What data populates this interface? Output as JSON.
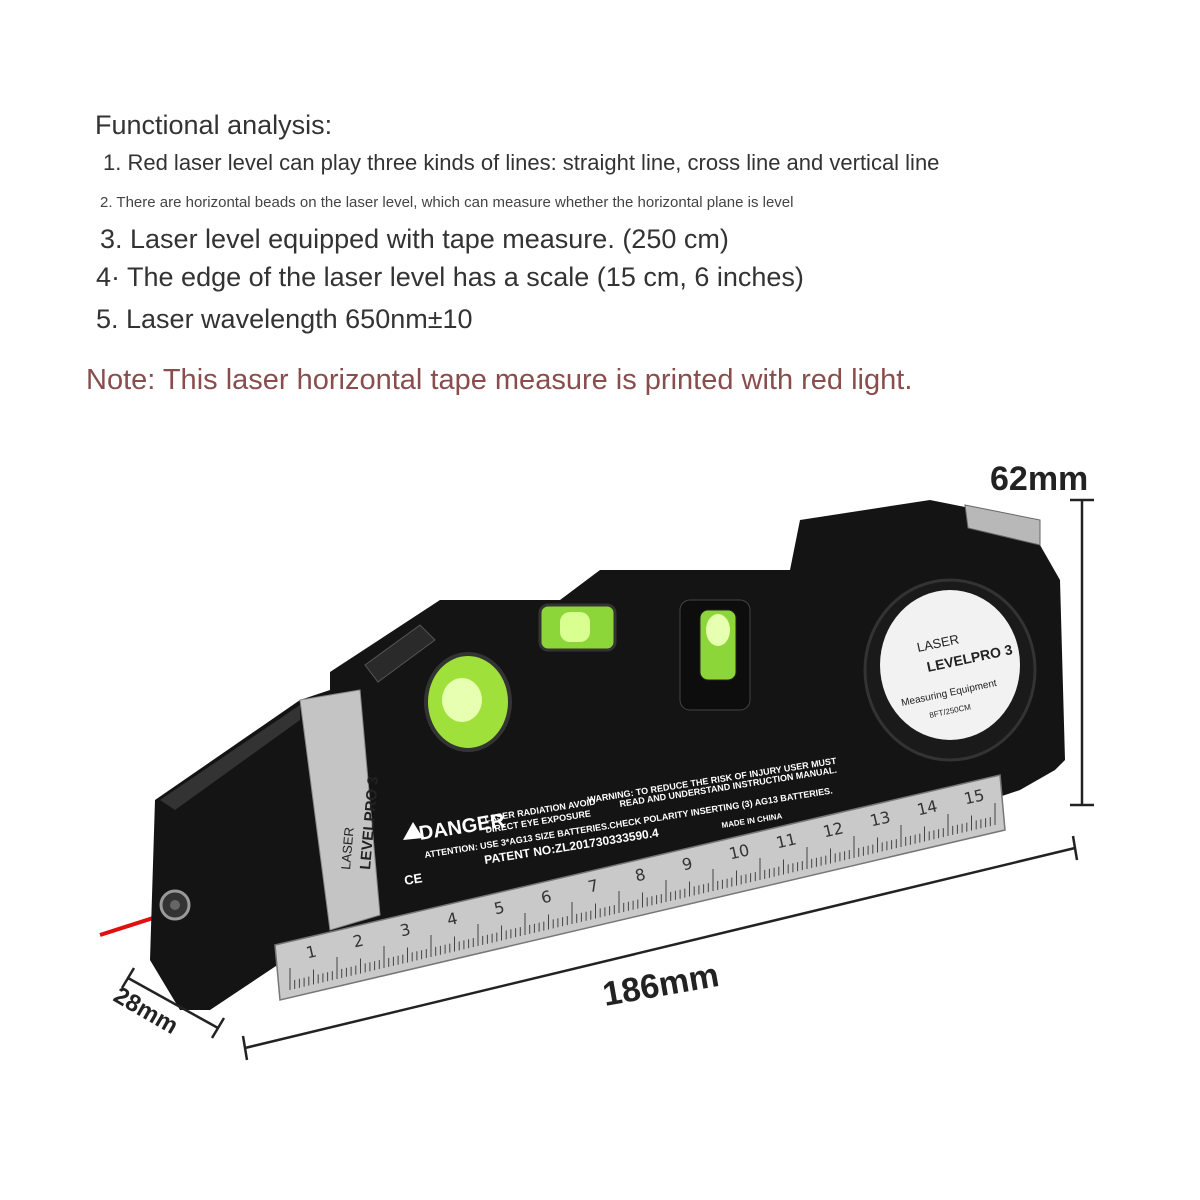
{
  "description": {
    "heading": "Functional analysis:",
    "items": [
      "1. Red laser level can play three kinds of lines: straight line, cross line and vertical line",
      "2. There are horizontal beads on the laser level, which can measure whether the horizontal plane is level",
      "3. Laser level equipped with tape measure. (250 cm)",
      "4· The edge of the laser level has a scale (15 cm, 6 inches)",
      "5. Laser wavelength 650nm±10"
    ],
    "note": "Note: This laser horizontal tape measure is printed with red light."
  },
  "dimensions": {
    "height": "62mm",
    "length": "186mm",
    "depth": "28mm"
  },
  "product": {
    "body_label_line1": "LASER",
    "body_label_line2": "LEVELPRO 3",
    "tape_label_line1": "LASER",
    "tape_label_line2": "LEVELPRO 3",
    "tape_label_line3": "Measuring Equipment",
    "tape_label_line4": "8FT/250CM",
    "danger_title": "DANGER",
    "danger_sub1": "LASER RADIATION AVOID",
    "danger_sub2": "DIRECT EYE EXPOSURE",
    "warning1": "WARNING: TO REDUCE THE RISK OF INJURY USER MUST",
    "warning2": "READ AND UNDERSTAND INSTRUCTION MANUAL.",
    "warning3": "ATTENTION: USE 3*AG13 SIZE BATTERIES.CHECK POLARITY INSERTING (3) AG13 BATTERIES.",
    "patent": "PATENT NO:ZL201730333590.4",
    "made_in": "MADE IN CHINA",
    "marks": "CE",
    "scale_numbers": [
      "1",
      "2",
      "3",
      "4",
      "5",
      "6",
      "7",
      "8",
      "9",
      "10",
      "11",
      "12",
      "13",
      "14",
      "15"
    ]
  },
  "colors": {
    "note": "#8a4d4d",
    "body": "#141414",
    "laser": "#e01010",
    "bubble": "#b8f23a",
    "tape": "#c9c9c9"
  }
}
